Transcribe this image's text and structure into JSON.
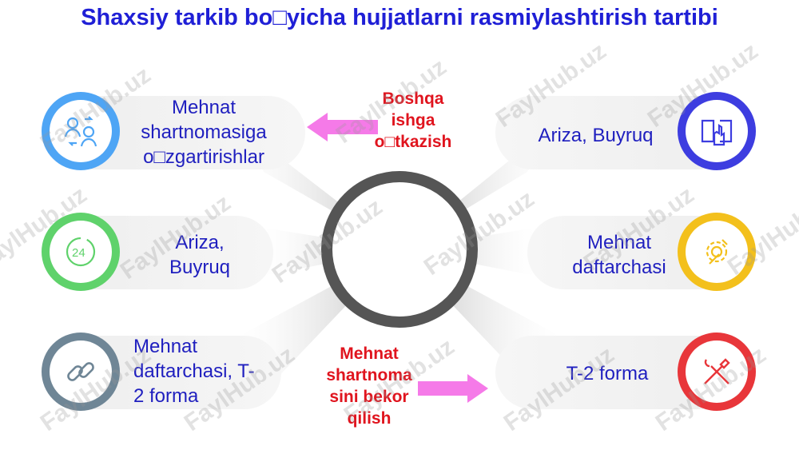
{
  "title": "Shaxsiy tarkib bo□yicha hujjatlarni rasmiylashtirish tartibi",
  "left_items": [
    {
      "label": "Mehnat shartnomasiga o□zgartirishlar",
      "icon": "people-exchange-icon",
      "color": "#4ea5f5"
    },
    {
      "label": "Ariza, Buyruq",
      "icon": "24-hours-icon",
      "color": "#5fd26b"
    },
    {
      "label": "Mehnat daftarchasi, T-2 forma",
      "icon": "link-chain-icon",
      "color": "#6f8696"
    }
  ],
  "right_items": [
    {
      "label": "Ariza, Buyruq",
      "icon": "hand-book-icon",
      "color": "#3d3de0"
    },
    {
      "label": "Mehnat daftarchasi",
      "icon": "gear-wrench-icon",
      "color": "#f3c01c"
    },
    {
      "label": "T-2 forma",
      "icon": "tools-icon",
      "color": "#e8363a"
    }
  ],
  "annotations": {
    "top": "Boshqa ishga o□tkazish",
    "bottom": "Mehnat shartnoma sini bekor qilish"
  },
  "watermark_text": "FaylHub.uz",
  "colors": {
    "title": "#1f1fd6",
    "label": "#1f1fbf",
    "annotation": "#e0141e",
    "arrow": "#f57ae8",
    "ring": "#555555"
  }
}
